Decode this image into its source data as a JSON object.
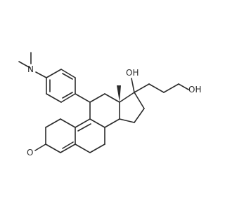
{
  "molecule": {
    "labels": {
      "n_dimethylamino": "N",
      "oh_17": "OH",
      "h_17": "H",
      "o_17": "O",
      "oh_chain": "OH",
      "o_ketone": "O"
    }
  },
  "colors": {
    "bond": "#2b2b2b",
    "background": "#ffffff"
  }
}
